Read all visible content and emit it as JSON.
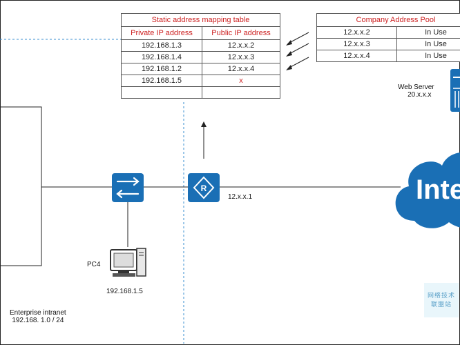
{
  "mapping_table": {
    "title": "Static address mapping table",
    "headers": [
      "Private IP address",
      "Public IP address"
    ],
    "rows": [
      [
        "192.168.1.3",
        "12.x.x.2"
      ],
      [
        "192.168.1.4",
        "12.x.x.3"
      ],
      [
        "192.168.1.2",
        "12.x.x.4"
      ],
      [
        "192.168.1.5",
        "x"
      ],
      [
        "",
        ""
      ]
    ]
  },
  "pool_table": {
    "title": "Company Address Pool",
    "rows": [
      [
        "12.x.x.2",
        "In Use"
      ],
      [
        "12.x.x.3",
        "In Use"
      ],
      [
        "12.x.x.4",
        "In Use"
      ]
    ]
  },
  "web_server": {
    "name": "Web Server",
    "ip": "20.x.x.x"
  },
  "router": {
    "label": "12.x.x.1"
  },
  "pc": {
    "name": "PC4",
    "ip": "192.168.1.5"
  },
  "intranet": {
    "name": "Enterprise intranet",
    "subnet": "192.168. 1.0 / 24"
  },
  "cloud": {
    "text": "Inte"
  },
  "watermark": {
    "line1": "网络技术",
    "line2": "联盟站"
  },
  "colors": {
    "device": "#1a6fb5",
    "table_header": "#cc1f1f",
    "dashed": "#3a8fd0"
  }
}
